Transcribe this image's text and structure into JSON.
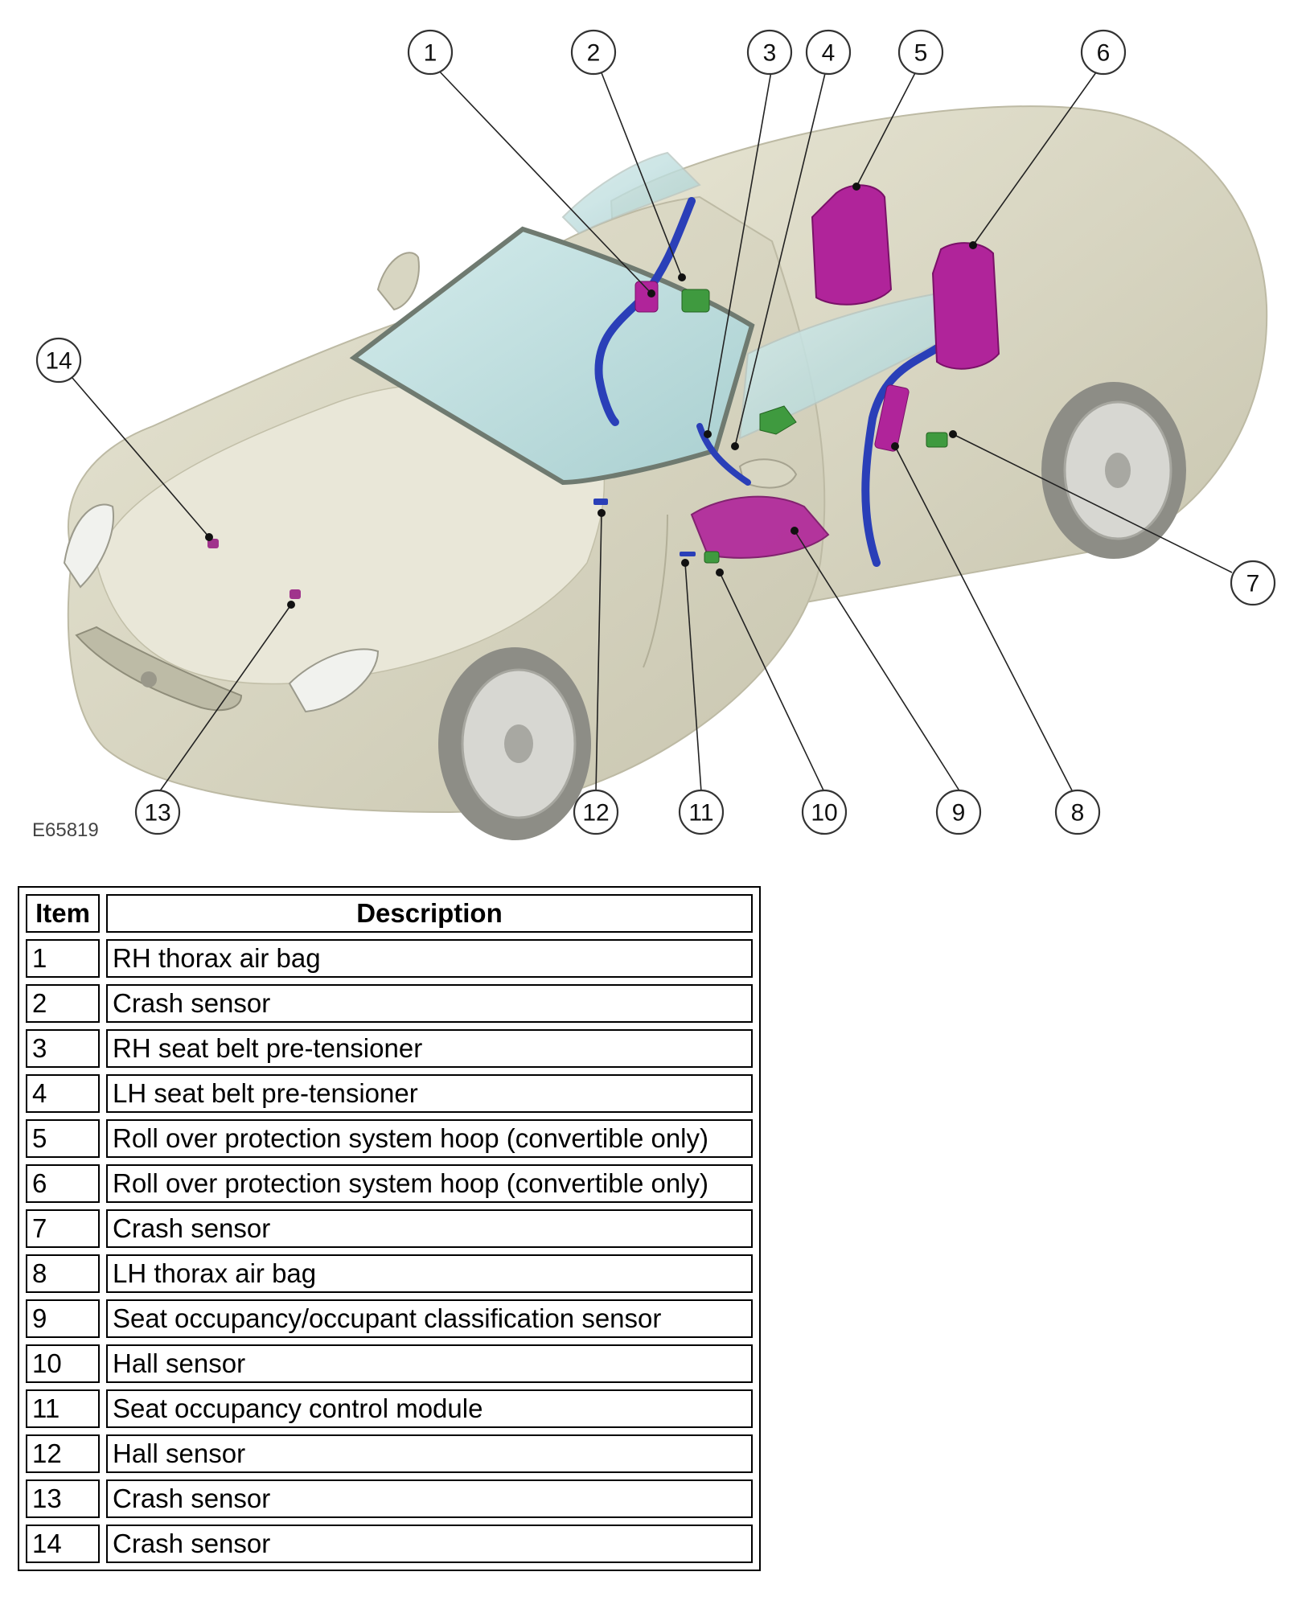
{
  "figure_id": "E65819",
  "callouts": [
    "1",
    "2",
    "3",
    "4",
    "5",
    "6",
    "7",
    "8",
    "9",
    "10",
    "11",
    "12",
    "13",
    "14"
  ],
  "table": {
    "headers": {
      "item": "Item",
      "description": "Description"
    },
    "rows": [
      {
        "item": "1",
        "description": "RH thorax air bag"
      },
      {
        "item": "2",
        "description": "Crash sensor"
      },
      {
        "item": "3",
        "description": "RH seat belt pre-tensioner"
      },
      {
        "item": "4",
        "description": "LH seat belt pre-tensioner"
      },
      {
        "item": "5",
        "description": "Roll over protection system hoop (convertible only)"
      },
      {
        "item": "6",
        "description": "Roll over protection system hoop (convertible only)"
      },
      {
        "item": "7",
        "description": "Crash sensor"
      },
      {
        "item": "8",
        "description": "LH thorax air bag"
      },
      {
        "item": "9",
        "description": "Seat occupancy/occupant classification sensor"
      },
      {
        "item": "10",
        "description": "Hall sensor"
      },
      {
        "item": "11",
        "description": "Seat occupancy control module"
      },
      {
        "item": "12",
        "description": "Hall sensor"
      },
      {
        "item": "13",
        "description": "Crash sensor"
      },
      {
        "item": "14",
        "description": "Crash sensor"
      }
    ]
  },
  "colors": {
    "car_body": "#dcdac8",
    "glass": "#c8e4e4",
    "airbag_module": "#b0249a",
    "sensor": "#3f9a3f",
    "seat_belt": "#2a3fb8"
  }
}
